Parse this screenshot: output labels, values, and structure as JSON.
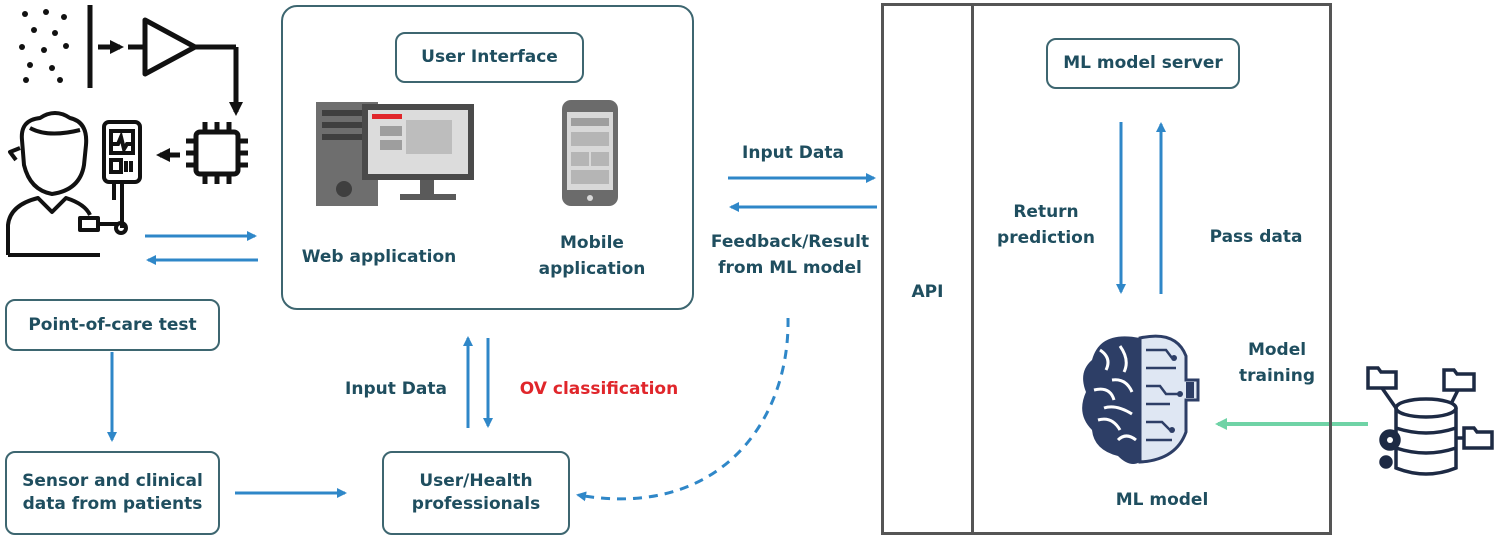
{
  "user_interface": {
    "title": "User Interface",
    "web_app": "Web application",
    "mobile_app_line1": "Mobile",
    "mobile_app_line2": "application"
  },
  "left": {
    "poc_test": "Point-of-care test",
    "sensor_line1": "Sensor  and clinical",
    "sensor_line2": "data from patients",
    "users_line1": "User/Health",
    "users_line2": "professionals",
    "input_data": "Input Data",
    "ov_classification": "OV classification"
  },
  "middle": {
    "input_data": "Input Data",
    "feedback_line1": "Feedback/Result",
    "feedback_line2": "from ML model"
  },
  "server": {
    "api": "API",
    "ml_server": "ML model server",
    "return_line1": "Return",
    "return_line2": "prediction",
    "pass_data": "Pass data",
    "training_line1": "Model",
    "training_line2": "training",
    "ml_model": "ML model"
  },
  "colors": {
    "arrow_blue": "#2f87c8",
    "arrow_green": "#6fd3a6",
    "text_teal": "#1f4e5f",
    "text_red": "#e0262b",
    "border": "#3d6670"
  }
}
